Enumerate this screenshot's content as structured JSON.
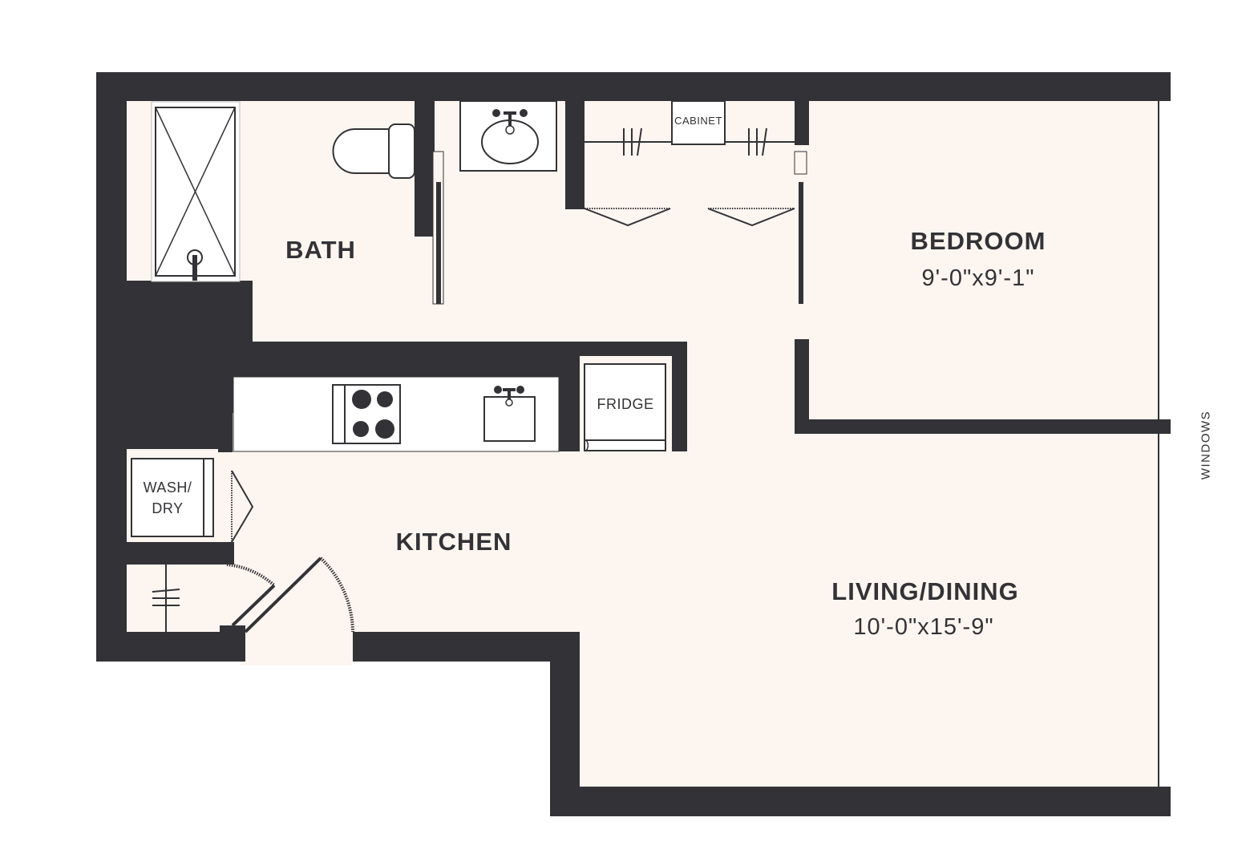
{
  "colors": {
    "wall": "#333236",
    "floor": "#fdf6f0",
    "fixture": "#ffffff",
    "line": "#333236"
  },
  "rooms": {
    "bath": {
      "name": "BATH"
    },
    "bedroom": {
      "name": "BEDROOM",
      "dimensions": "9'-0\"x9'-1\""
    },
    "kitchen": {
      "name": "KITCHEN"
    },
    "living": {
      "name": "LIVING/DINING",
      "dimensions": "10'-0\"x15'-9\""
    }
  },
  "fixtures": {
    "cabinet": "CABINET",
    "fridge": "FRIDGE",
    "washer_line1": "WASH/",
    "washer_line2": "DRY"
  },
  "annotations": {
    "windows": "WINDOWS"
  }
}
